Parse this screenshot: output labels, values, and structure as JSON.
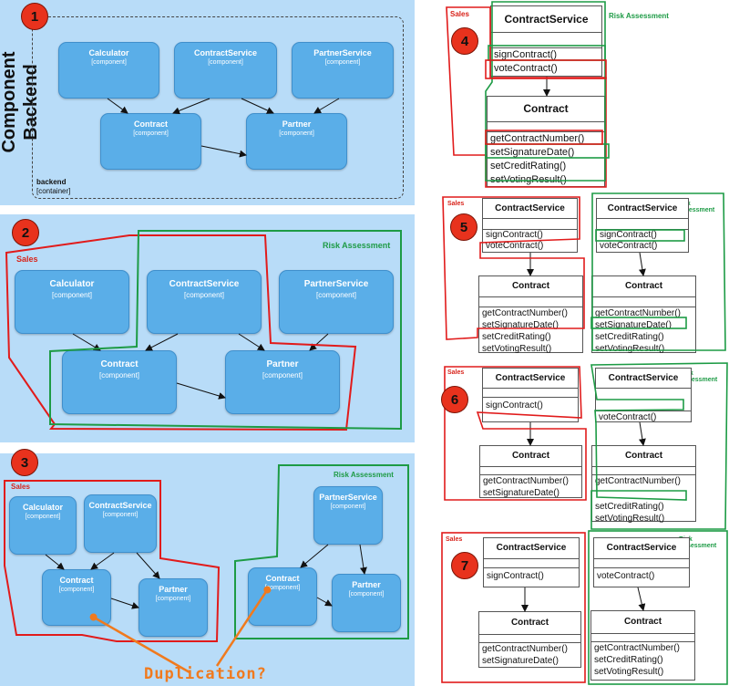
{
  "badges": {
    "b1": "1",
    "b2": "2",
    "b3": "3",
    "b4": "4",
    "b5": "5",
    "b6": "6",
    "b7": "7"
  },
  "panel1": {
    "vertical_title": "Component Backend",
    "container_name": "backend",
    "container_type": "[container]",
    "calculator": {
      "name": "Calculator",
      "type": "[component]"
    },
    "contract_service": {
      "name": "ContractService",
      "type": "[component]"
    },
    "partner_service": {
      "name": "PartnerService",
      "type": "[component]"
    },
    "contract": {
      "name": "Contract",
      "type": "[component]"
    },
    "partner": {
      "name": "Partner",
      "type": "[component]"
    }
  },
  "panel2": {
    "sales_label": "Sales",
    "risk_label": "Risk Assessment",
    "calculator": {
      "name": "Calculator",
      "type": "[component]"
    },
    "contract_service": {
      "name": "ContractService",
      "type": "[component]"
    },
    "partner_service": {
      "name": "PartnerService",
      "type": "[component]"
    },
    "contract": {
      "name": "Contract",
      "type": "[component]"
    },
    "partner": {
      "name": "Partner",
      "type": "[component]"
    }
  },
  "panel3": {
    "sales_label": "Sales",
    "risk_label": "Risk Assessment",
    "duplication_label": "Duplication?",
    "calculator": {
      "name": "Calculator",
      "type": "[component]"
    },
    "contract_service": {
      "name": "ContractService",
      "type": "[component]"
    },
    "contract_a": {
      "name": "Contract",
      "type": "[component]"
    },
    "partner_a": {
      "name": "Partner",
      "type": "[component]"
    },
    "partner_service": {
      "name": "PartnerService",
      "type": "[component]"
    },
    "contract_b": {
      "name": "Contract",
      "type": "[component]"
    },
    "partner_b": {
      "name": "Partner",
      "type": "[component]"
    }
  },
  "panel4": {
    "sales_label": "Sales",
    "risk_label": "Risk Assessment",
    "service_name": "ContractService",
    "service_methods": [
      "signContract()",
      "voteContract()"
    ],
    "contract_name": "Contract",
    "contract_methods": [
      "getContractNumber()",
      "setSignatureDate()",
      "setCreditRating()",
      "setVotingResult()"
    ]
  },
  "panel5": {
    "sales_label": "Sales",
    "risk_label": "Risk Assessment",
    "left": {
      "service_name": "ContractService",
      "service_methods": [
        "signContract()",
        "voteContract()"
      ],
      "contract_name": "Contract",
      "contract_methods": [
        "getContractNumber()",
        "setSignatureDate()",
        "setCreditRating()",
        "setVotingResult()"
      ]
    },
    "right": {
      "service_name": "ContractService",
      "service_methods": [
        "signContract()",
        "voteContract()"
      ],
      "contract_name": "Contract",
      "contract_methods": [
        "getContractNumber()",
        "setSignatureDate()",
        "setCreditRating()",
        "setVotingResult()"
      ]
    }
  },
  "panel6": {
    "sales_label": "Sales",
    "risk_label": "Risk Assessment",
    "left": {
      "service_name": "ContractService",
      "service_methods": [
        "signContract()"
      ],
      "contract_name": "Contract",
      "contract_methods": [
        "getContractNumber()",
        "setSignatureDate()"
      ]
    },
    "right": {
      "service_name": "ContractService",
      "service_methods": [
        "voteContract()"
      ],
      "contract_name": "Contract",
      "contract_methods": [
        "getContractNumber()",
        "setCreditRating()",
        "setVotingResult()"
      ]
    }
  },
  "panel7": {
    "sales_label": "Sales",
    "risk_label": "Risk Assessment",
    "left": {
      "service_name": "ContractService",
      "service_methods": [
        "signContract()"
      ],
      "contract_name": "Contract",
      "contract_methods": [
        "getContractNumber()",
        "setSignatureDate()"
      ]
    },
    "right": {
      "service_name": "ContractService",
      "service_methods": [
        "voteContract()"
      ],
      "contract_name": "Contract",
      "contract_methods": [
        "getContractNumber()",
        "setCreditRating()",
        "setVotingResult()"
      ]
    }
  }
}
